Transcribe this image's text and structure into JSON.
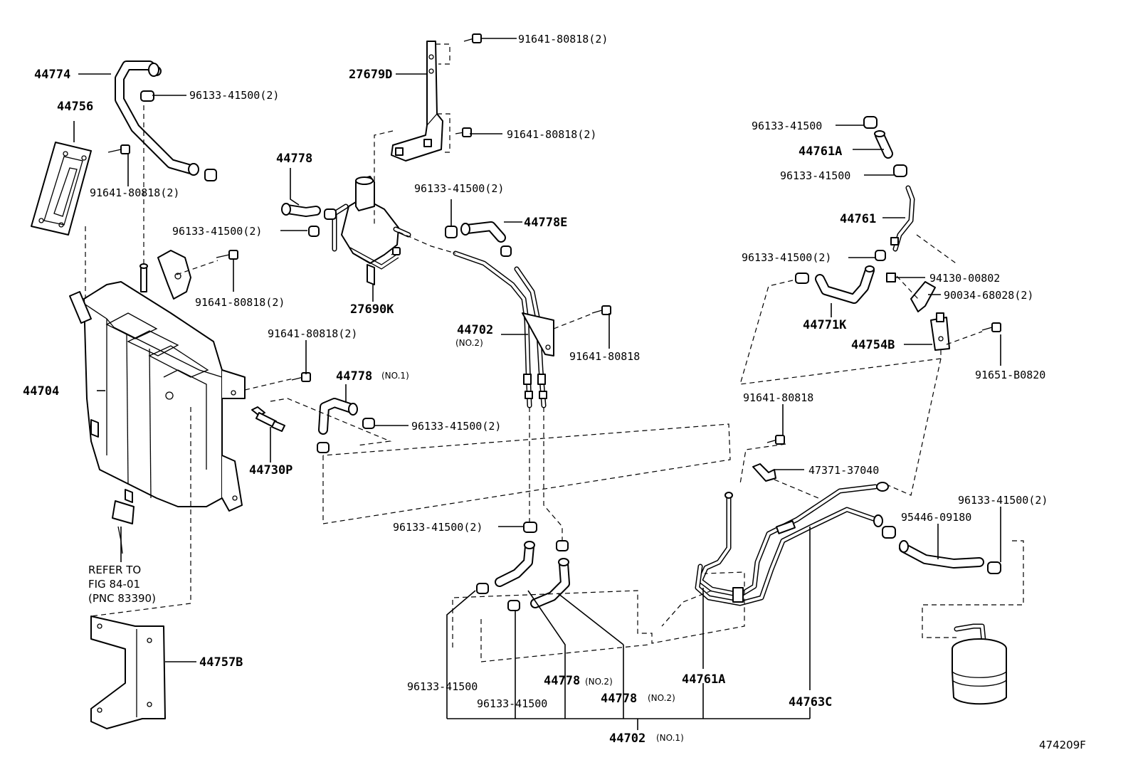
{
  "diagram_id": "474209F",
  "labels": {
    "p44774": "44774",
    "p44756": "44756",
    "c96133_top": "96133-41500(2)",
    "b91641_left": "91641-80818(2)",
    "p44778_top": "44778",
    "c96133_valve": "96133-41500(2)",
    "p27679D": "27679D",
    "b91641_top": "91641-80818(2)",
    "b91641_bracket": "91641-80818(2)",
    "c96133_mid": "96133-41500(2)",
    "p44778E": "44778E",
    "p27690K": "27690K",
    "b91641_tank": "91641-80818(2)",
    "p44702_no2": "44702",
    "p44702_no2_sub": "(NO.2)",
    "b91641_single": "91641-80818",
    "b91641_tank2": "91641-80818(2)",
    "p44704": "44704",
    "p44778_no1": "44778",
    "p44778_no1_sub": "(NO.1)",
    "c96133_no1": "96133-41500(2)",
    "p44730P": "44730P",
    "c96133_r1": "96133-41500",
    "p44761A_top": "44761A",
    "c96133_r2": "96133-41500",
    "p44761": "44761",
    "c96133_r3": "96133-41500(2)",
    "n94130": "94130-00802",
    "s90034": "90034-68028(2)",
    "p44771K": "44771K",
    "p44754B": "44754B",
    "b91651": "91651-B0820",
    "b91641_right": "91641-80818",
    "c47371": "47371-37040",
    "c96133_r4": "96133-41500(2)",
    "h95446": "95446-09180",
    "c96133_low": "96133-41500(2)",
    "ref_line1": "REFER TO",
    "ref_line2": "FIG 84-01",
    "ref_line3": "(PNC 83390)",
    "p44757B": "44757B",
    "c96133_b1": "96133-41500",
    "c96133_b2": "96133-41500",
    "p44778_no2a": "44778",
    "p44778_no2a_sub": "(NO.2)",
    "p44778_no2b": "44778",
    "p44778_no2b_sub": "(NO.2)",
    "p44761A_low": "44761A",
    "p44763C": "44763C",
    "p44702_no1": "44702",
    "p44702_no1_sub": "(NO.1)"
  }
}
